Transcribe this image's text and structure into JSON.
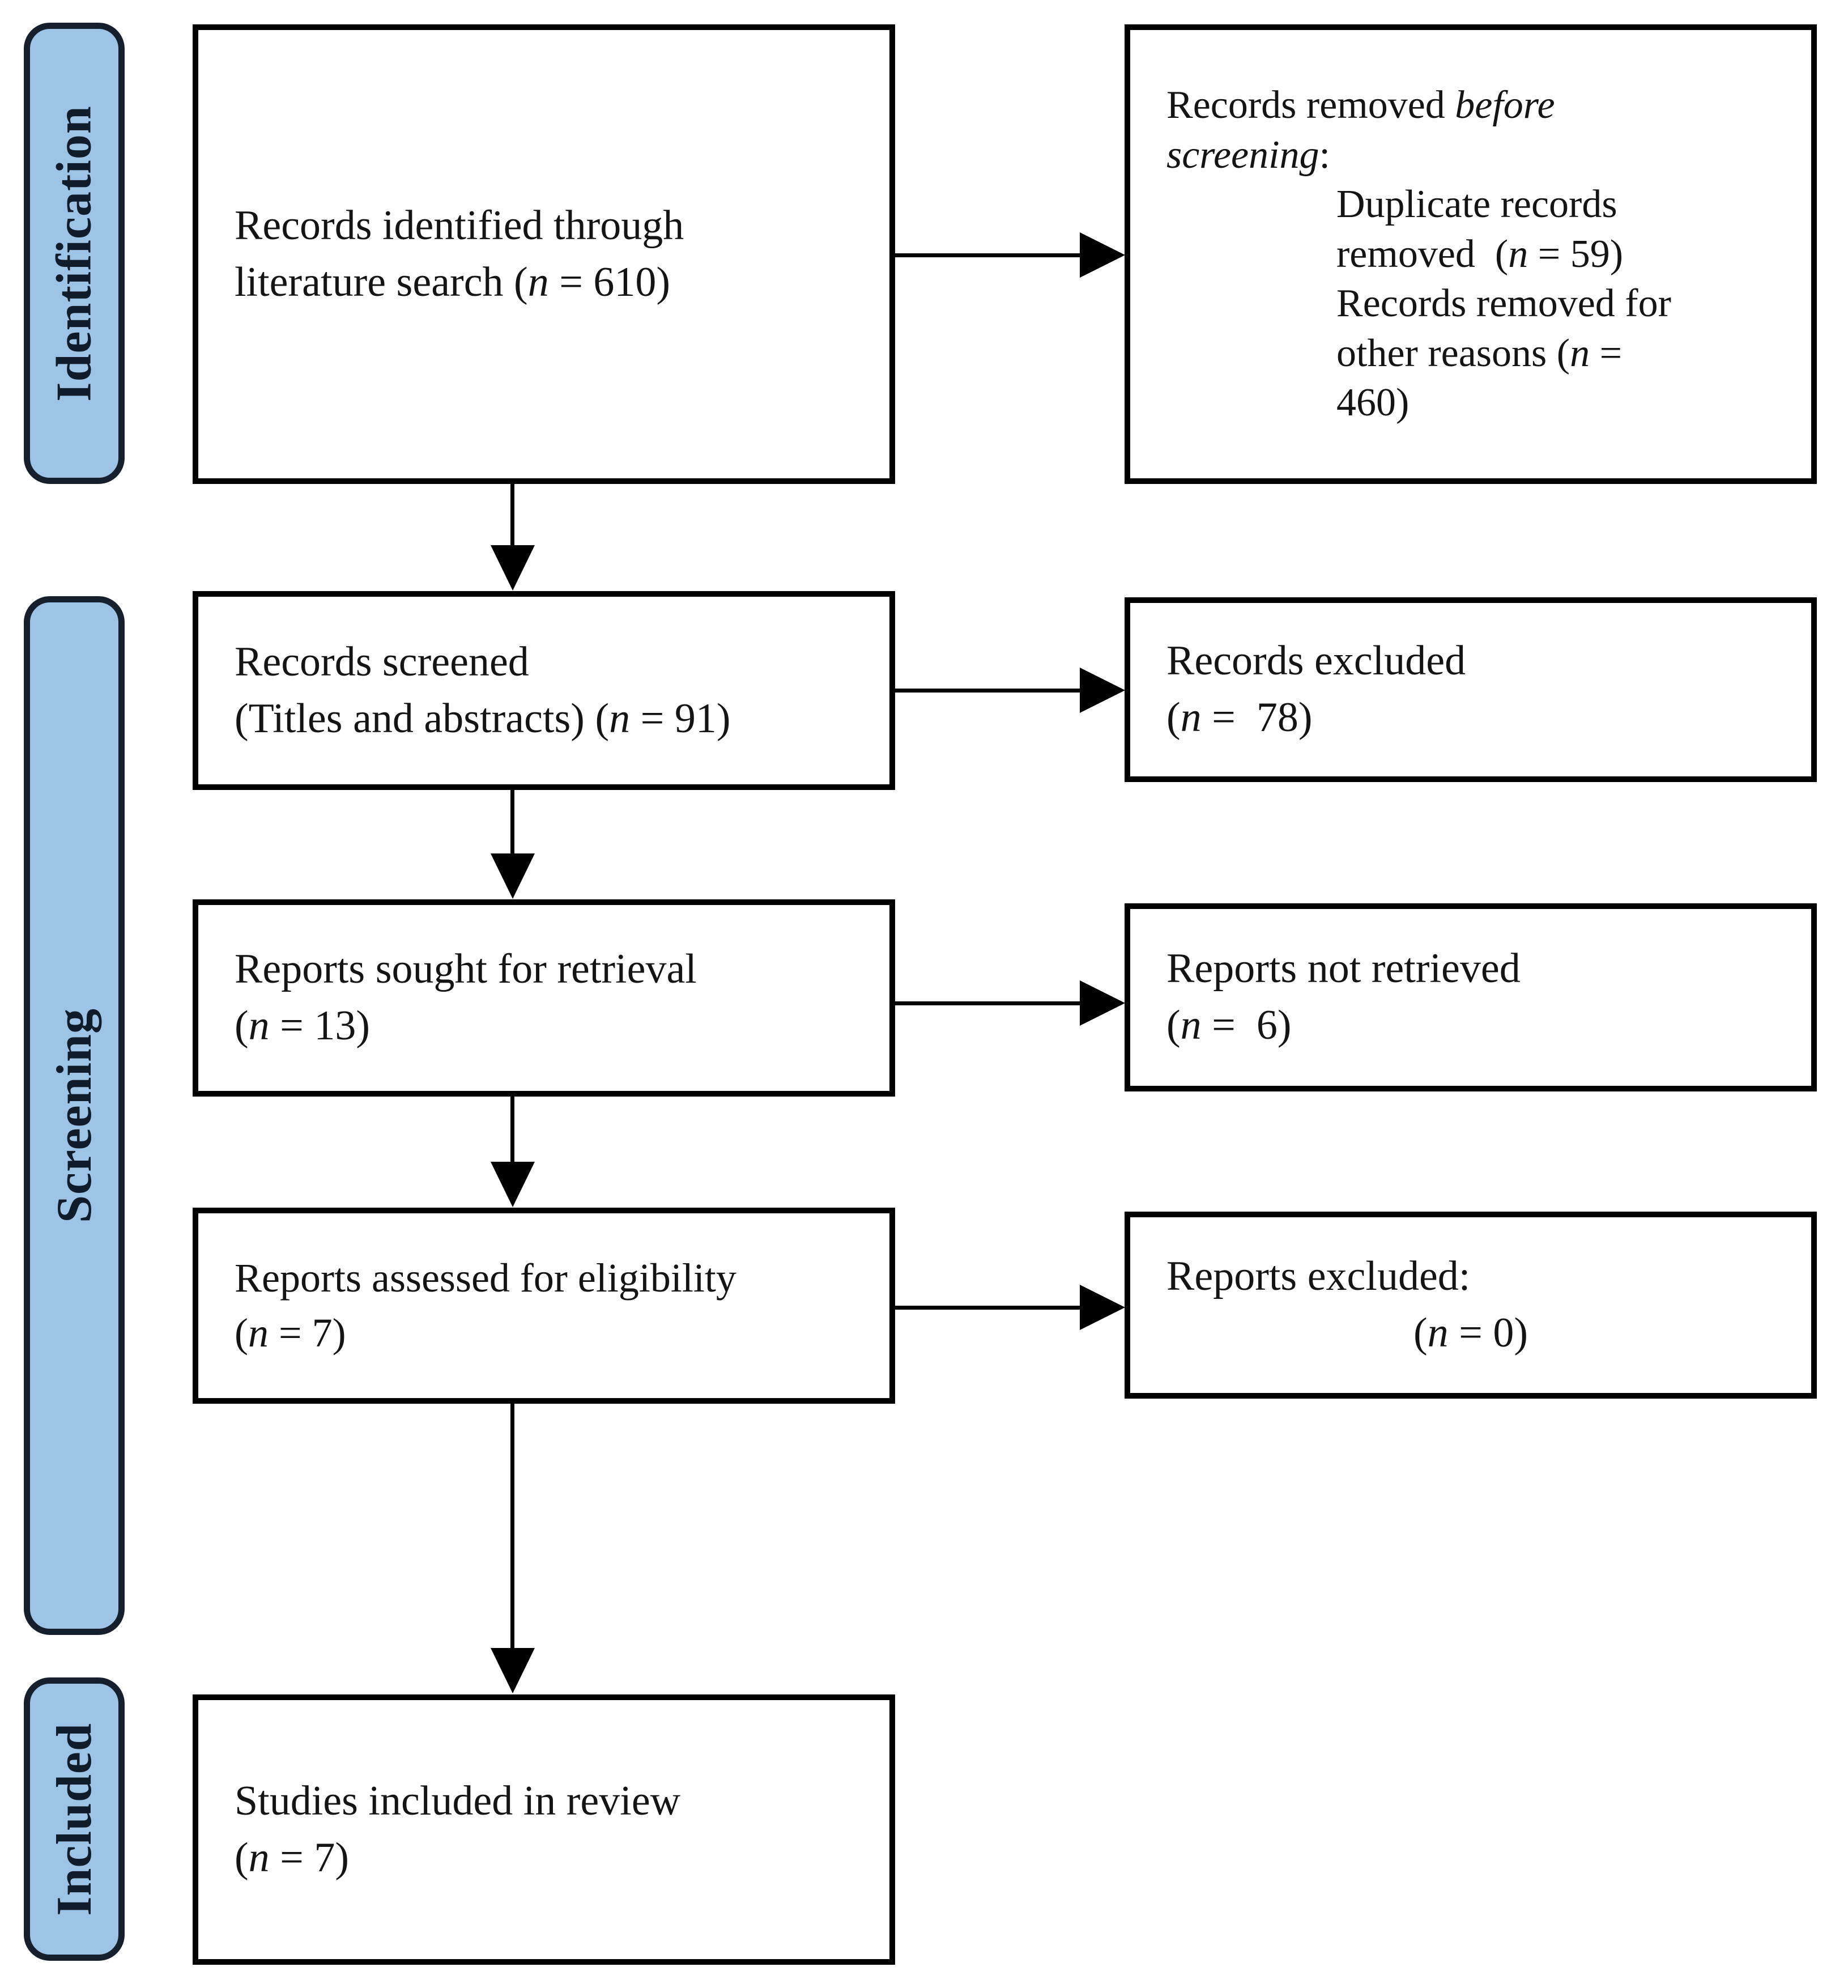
{
  "stages": {
    "identification": "Identification",
    "screening": "Screening",
    "included": "Included"
  },
  "boxes": {
    "records_identified": {
      "lines": [
        "Records identified through",
        "literature search (*n* = 610)"
      ]
    },
    "records_removed_before_screening": {
      "intro_lines": [
        "Records removed *before*",
        "*screening*:"
      ],
      "detail_lines": [
        "Duplicate records",
        "removed  (*n* = 59)",
        "Records removed for",
        "other reasons (*n* =",
        "460)"
      ]
    },
    "records_screened": {
      "lines": [
        "Records screened",
        "(Titles and abstracts) (*n* = 91)"
      ]
    },
    "records_excluded": {
      "lines": [
        "Records excluded",
        "(*n* =  78)"
      ]
    },
    "reports_sought": {
      "lines": [
        "Reports sought for retrieval",
        "(*n* = 13)"
      ]
    },
    "reports_not_retrieved": {
      "lines": [
        "Reports not retrieved",
        "(*n* =  6)"
      ]
    },
    "reports_assessed": {
      "lines": [
        "Reports assessed for eligibility",
        "(*n* = 7)"
      ]
    },
    "reports_excluded": {
      "lines": [
        "Reports excluded:",
        "(*n* = 0)"
      ]
    },
    "studies_included": {
      "lines": [
        "Studies included in review",
        "(*n* = 7)"
      ]
    }
  },
  "colors": {
    "stage_fill": "#9DC3E6",
    "stage_border": "#16202C",
    "stage_text": "#101C2A",
    "box_fill": "#FFFFFF",
    "box_border": "#000000",
    "arrow": "#000000",
    "text": "#141414"
  }
}
